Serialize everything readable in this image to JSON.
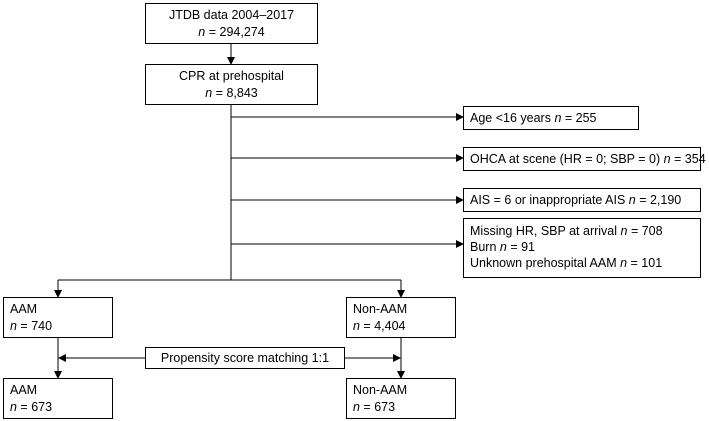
{
  "boxes": {
    "jtdb": {
      "title": "JTDB data 2004–2017",
      "n_label": "n",
      "n_value": " = 294,274"
    },
    "cpr": {
      "title": "CPR at prehospital",
      "n_label": "n",
      "n_value": " = 8,843"
    },
    "excl_age": {
      "text": "Age <16 years ",
      "n_label": "n",
      "n_value": " = 255"
    },
    "excl_ohca": {
      "text": "OHCA at scene (HR = 0; SBP = 0) ",
      "n_label": "n",
      "n_value": " = 354"
    },
    "excl_ais": {
      "text": "AIS = 6 or inappropriate AIS ",
      "n_label": "n",
      "n_value": " = 2,190"
    },
    "excl_missing": {
      "line1_text": "Missing HR, SBP at arrival ",
      "line1_n": "n",
      "line1_value": " = 708",
      "line2_text": "Burn ",
      "line2_n": "n",
      "line2_value": " = 91",
      "line3_text": "Unknown prehospital AAM ",
      "line3_n": "n",
      "line3_value": " = 101"
    },
    "aam_pre": {
      "title": "AAM",
      "n_label": "n",
      "n_value": " = 740"
    },
    "nonaam_pre": {
      "title": "Non-AAM",
      "n_label": "n",
      "n_value": " = 4,404"
    },
    "psm": {
      "title": "Propensity score matching 1:1"
    },
    "aam_post": {
      "title": "AAM",
      "n_label": "n",
      "n_value": " = 673"
    },
    "nonaam_post": {
      "title": "Non-AAM",
      "n_label": "n",
      "n_value": " = 673"
    }
  }
}
